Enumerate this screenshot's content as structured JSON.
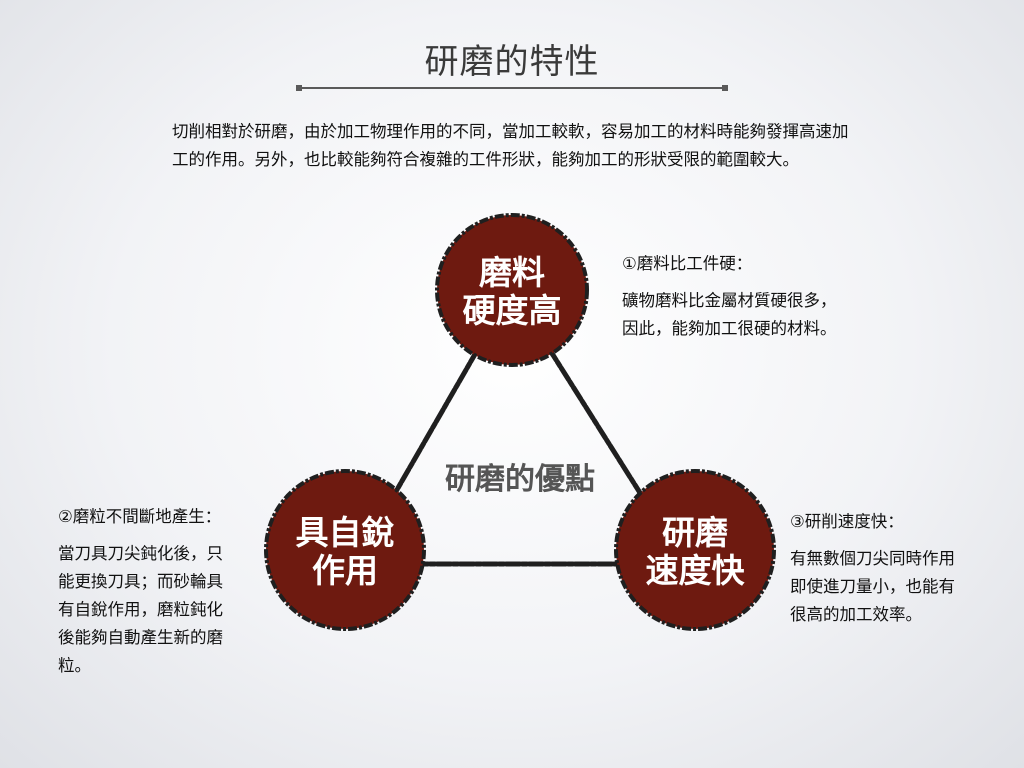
{
  "title": "研磨的特性",
  "intro": "切削相對於研磨，由於加工物理作用的不同，當加工較軟，容易加工的材料時能夠發揮高速加工的作用。另外，也比較能夠符合複雜的工件形狀，能夠加工的形狀受限的範圍較大。",
  "colors": {
    "node_fill": "#6e1a10",
    "stroke": "#1f1f1f"
  },
  "diagram": {
    "center_label": "研磨的優點",
    "nodes": {
      "top": "磨料\n硬度高",
      "left": "具自銳\n作用",
      "right": "研磨\n速度快"
    }
  },
  "notes": {
    "n1": {
      "heading": "①磨料比工件硬：",
      "body": "礦物磨料比金屬材質硬很多，\n因此，能夠加工很硬的材料。"
    },
    "n2": {
      "heading": "②磨粒不間斷地產生：",
      "body": "當刀具刀尖鈍化後，只\n能更換刀具；而砂輪具\n有自銳作用，磨粒鈍化\n後能夠自動產生新的磨\n粒。"
    },
    "n3": {
      "heading": "③研削速度快：",
      "body": "有無數個刀尖同時作用\n即使進刀量小，也能有\n很高的加工效率。"
    }
  }
}
